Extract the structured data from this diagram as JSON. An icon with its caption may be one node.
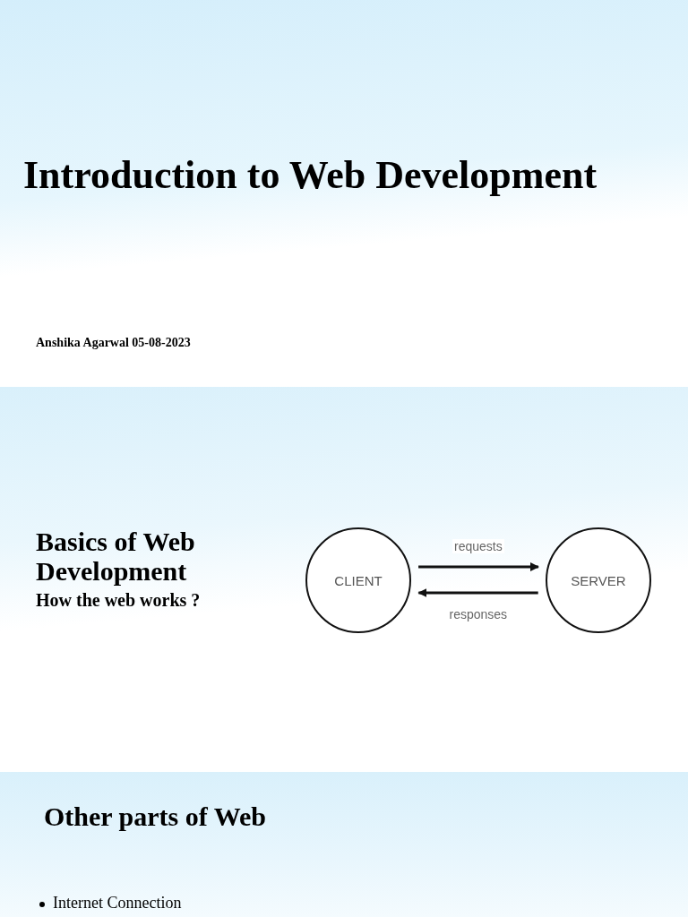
{
  "diagram": {
    "title": "Introduction to Web Development",
    "nodes": [
      {
        "text": [
          "CLIENT"
        ]
      },
      {
        "text": [
          "SERVER"
        ]
      }
    ],
    "edges": [
      {
        "from": 0,
        "to": 1,
        "arrow": "to",
        "label": "requests"
      },
      {
        "from": 1,
        "to": 0,
        "arrow": "to",
        "label": "responses"
      }
    ],
    "labels": [
      "Anshika Agarwal 05-08-2023",
      "Basics of Web Development",
      "How the web works ?",
      "Other parts of Web",
      "Internet Connection"
    ]
  }
}
